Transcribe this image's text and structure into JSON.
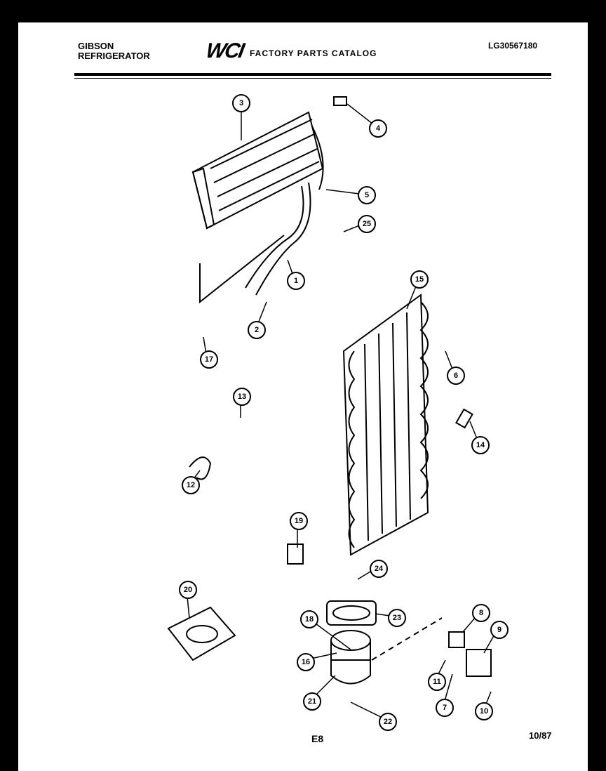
{
  "header": {
    "brand_line1": "GIBSON",
    "brand_line2": "REFRIGERATOR",
    "logo": "WCI",
    "catalog_title": "FACTORY PARTS CATALOG",
    "model_number": "LG30567180"
  },
  "footer": {
    "page_code": "E8",
    "date": "10/87"
  },
  "callouts": [
    "3",
    "4",
    "5",
    "25",
    "1",
    "2",
    "17",
    "15",
    "6",
    "13",
    "14",
    "12",
    "19",
    "24",
    "20",
    "23",
    "18",
    "16",
    "21",
    "22",
    "8",
    "9",
    "11",
    "7",
    "10"
  ]
}
